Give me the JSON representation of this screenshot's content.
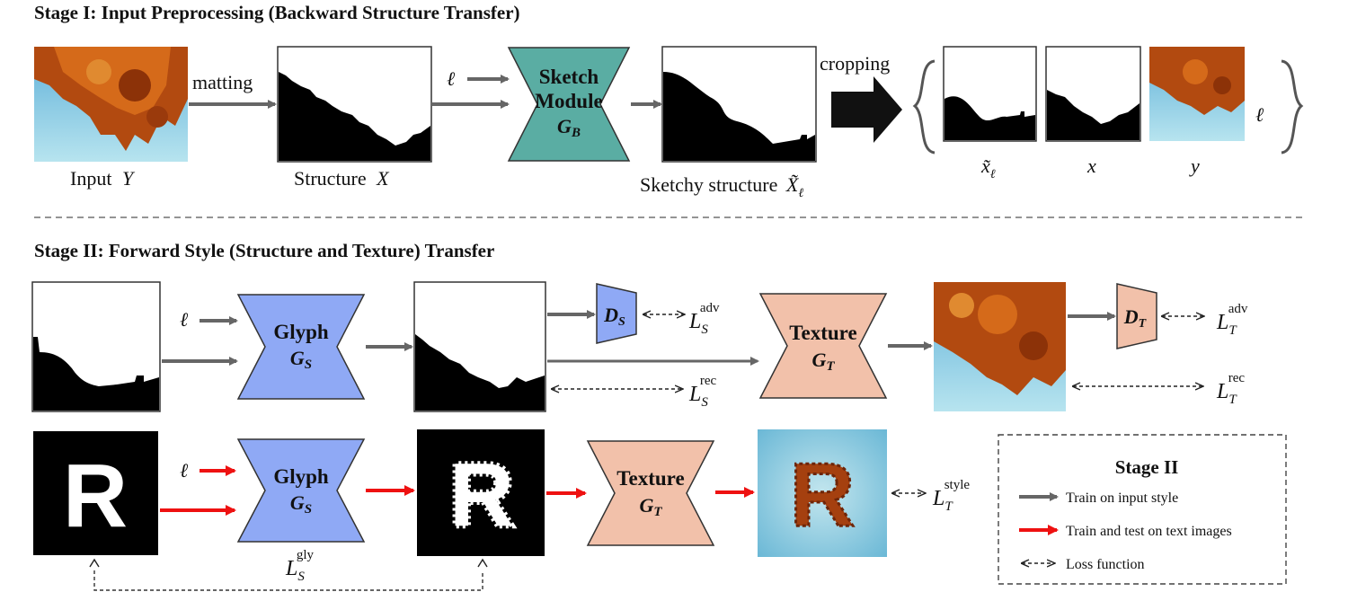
{
  "stage1": {
    "title": "Stage I: Input Preprocessing (Backward Structure Transfer)",
    "label_matting": "matting",
    "label_input": "Input",
    "sym_input": "Y",
    "label_structure": "Structure",
    "sym_structure": "X",
    "param": "ℓ",
    "sketch_line1": "Sketch",
    "sketch_line2": "Module",
    "sketch_sym": "G",
    "sketch_sub": "B",
    "label_sketchy": "Sketchy structure",
    "sym_sketchy": "X̃",
    "sym_sketchy_sub": "ℓ",
    "label_cropping": "cropping",
    "crop_x_tilde": "x̃",
    "crop_x_tilde_sub": "ℓ",
    "crop_x": "x",
    "crop_y": "y",
    "crop_l": "ℓ"
  },
  "stage2": {
    "title": "Stage II: Forward Style (Structure and Texture) Transfer",
    "param": "ℓ",
    "glyph_label": "Glyph",
    "glyph_sym": "G",
    "glyph_sub": "S",
    "texture_label": "Texture",
    "texture_sym": "G",
    "texture_sub": "T",
    "ds_sym": "D",
    "ds_sub": "S",
    "dt_sym": "D",
    "dt_sub": "T",
    "loss_L": "L",
    "loss_s_adv_sub": "S",
    "loss_s_adv_sup": "adv",
    "loss_s_rec_sub": "S",
    "loss_s_rec_sup": "rec",
    "loss_t_adv_sub": "T",
    "loss_t_adv_sup": "adv",
    "loss_t_rec_sub": "T",
    "loss_t_rec_sup": "rec",
    "loss_t_style_sub": "T",
    "loss_t_style_sup": "style",
    "loss_s_gly_sub": "S",
    "loss_s_gly_sup": "gly",
    "letter": "R"
  },
  "legend": {
    "title": "Stage II",
    "gray": "Train on input style",
    "red": "Train and test on text images",
    "dashed": "Loss function"
  },
  "colors": {
    "gray_arrow": "#666666",
    "red_arrow": "#ee1111",
    "sketch_fill": "#5aada3",
    "glyph_fill": "#8fa9f5",
    "texture_fill": "#f2c1aa"
  }
}
